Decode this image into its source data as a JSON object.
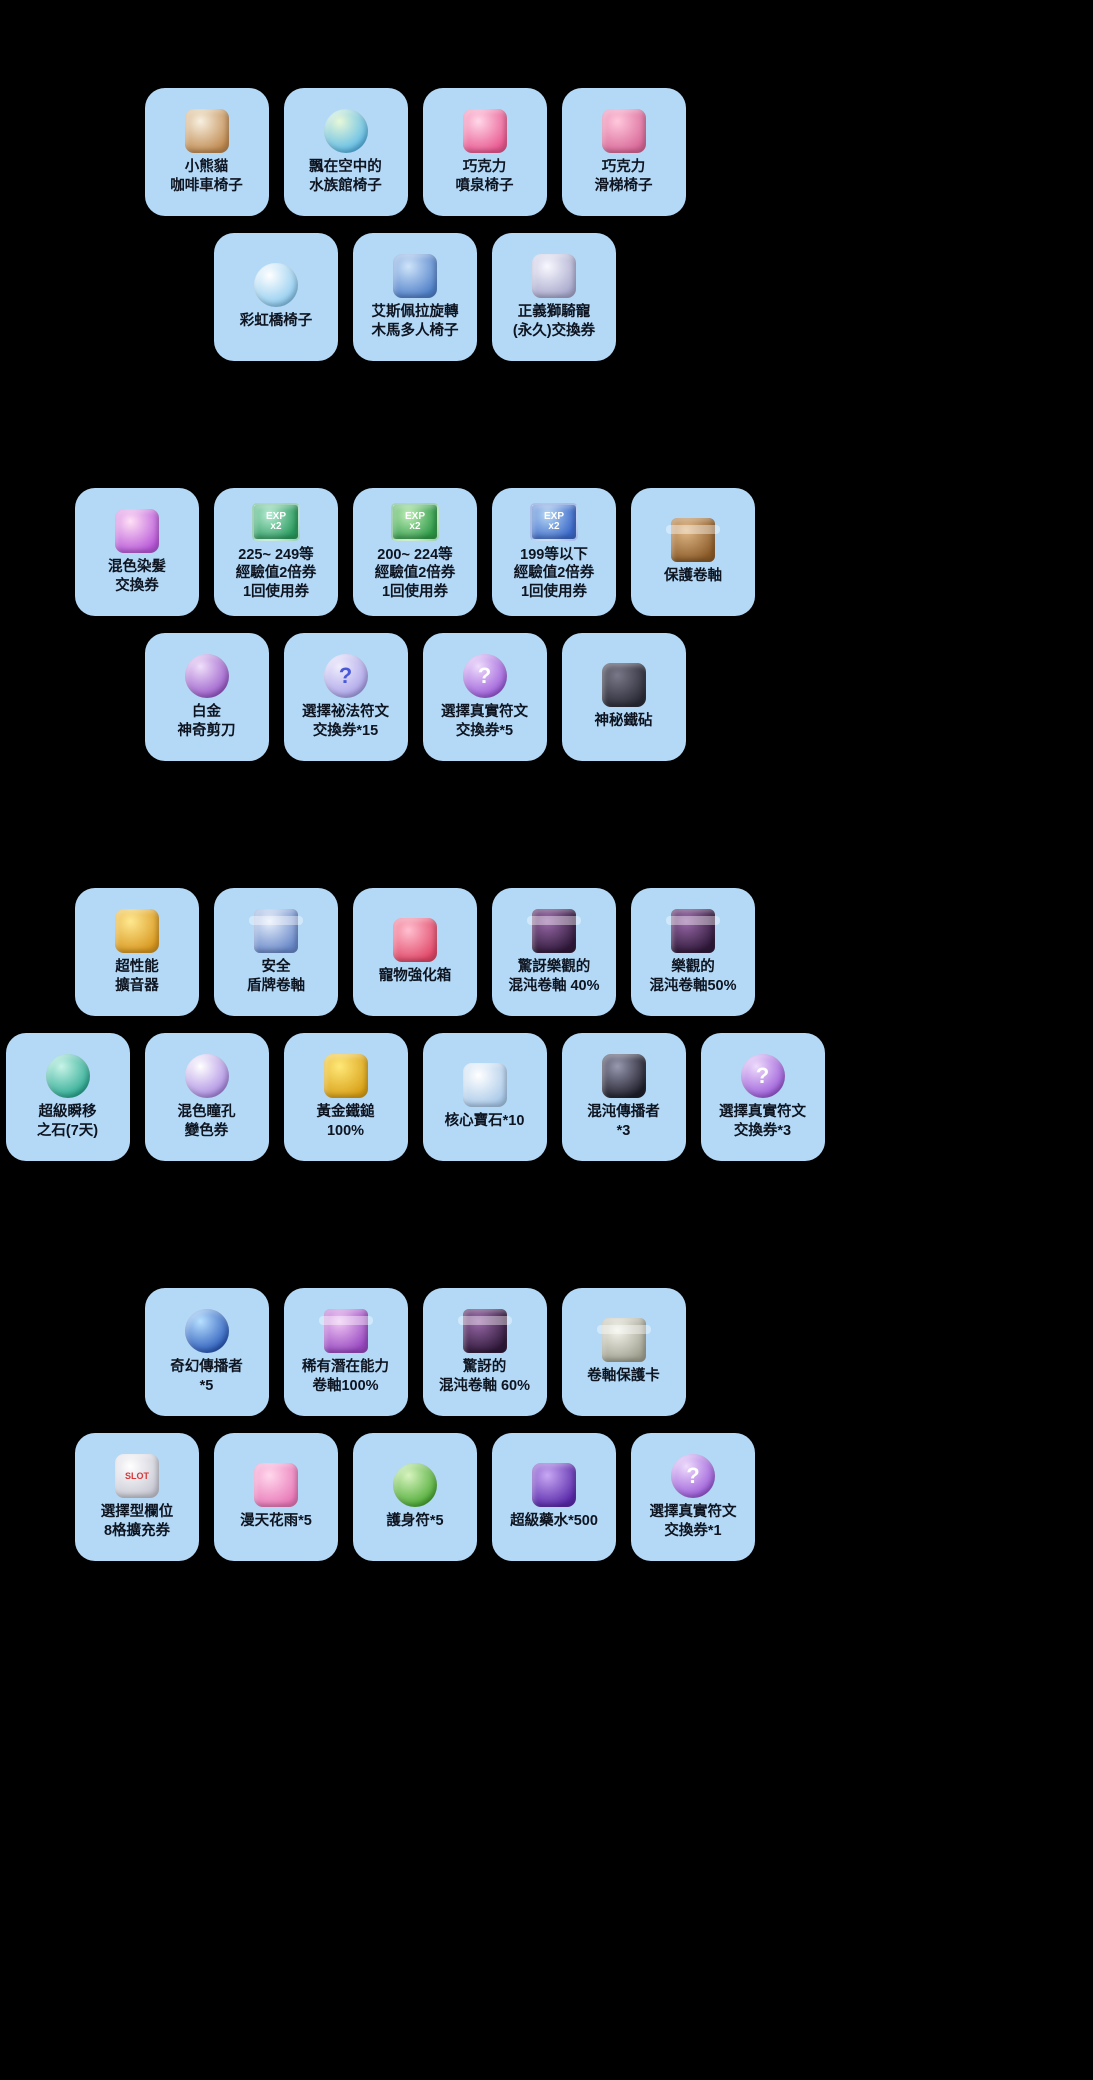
{
  "theme": {
    "background": "#000000",
    "card_color": "#b3d9f7",
    "label_color": "#0e1420"
  },
  "sections": [
    {
      "rows": [
        {
          "items": [
            {
              "id": "panda-coffee-cart-chair",
              "label": "小熊貓\n咖啡車椅子",
              "icon": {
                "name": "coffee-cart-icon",
                "shape": "square",
                "c1": "#f7f0e0",
                "c2": "#c08a50"
              }
            },
            {
              "id": "floating-aquarium-chair",
              "label": "飄在空中的\n水族館椅子",
              "icon": {
                "name": "aquarium-icon",
                "shape": "orb",
                "c1": "#e8f8d8",
                "c2": "#58b8e8"
              }
            },
            {
              "id": "chocolate-fountain-chair",
              "label": "巧克力\n噴泉椅子",
              "icon": {
                "name": "chocolate-fountain-icon",
                "shape": "square",
                "c1": "#ffd8e8",
                "c2": "#e85890"
              }
            },
            {
              "id": "chocolate-slide-chair",
              "label": "巧克力\n滑梯椅子",
              "icon": {
                "name": "chocolate-slide-icon",
                "shape": "square",
                "c1": "#ffc8dc",
                "c2": "#d86898"
              }
            }
          ]
        },
        {
          "items": [
            {
              "id": "rainbow-bridge-chair",
              "label": "彩虹橋椅子",
              "icon": {
                "name": "rainbow-bridge-icon",
                "shape": "orb",
                "c1": "#ffffff",
                "c2": "#88c8ee"
              }
            },
            {
              "id": "esfera-carousel-chair",
              "label": "艾斯佩拉旋轉\n木馬多人椅子",
              "icon": {
                "name": "carousel-icon",
                "shape": "square",
                "c1": "#cfe4fa",
                "c2": "#5080c8"
              }
            },
            {
              "id": "justice-lion-mount-ticket",
              "label": "正義獅騎寵\n(永久)交換券",
              "icon": {
                "name": "lion-mount-icon",
                "shape": "square",
                "c1": "#f8f8ff",
                "c2": "#a8a8cc"
              }
            }
          ]
        }
      ]
    },
    {
      "rows": [
        {
          "items": [
            {
              "id": "mixed-hair-dye-ticket",
              "label": "混色染髮\n交換券",
              "icon": {
                "name": "hair-dye-icon",
                "shape": "square",
                "c1": "#ffe0f5",
                "c2": "#b858d8"
              }
            },
            {
              "id": "exp2x-225-249",
              "label": "225~ 249等\n經驗值2倍券\n1回使用券",
              "icon": {
                "name": "exp-2x-coupon-icon",
                "shape": "ticket",
                "c1": "#b8ecd4",
                "c2": "#2a9a5e",
                "text": "EXP\nx2",
                "tc": "#ffffff",
                "ts": "10px"
              }
            },
            {
              "id": "exp2x-200-224",
              "label": "200~ 224等\n經驗值2倍券\n1回使用券",
              "icon": {
                "name": "exp-2x-coupon-icon",
                "shape": "ticket",
                "c1": "#c0eeb8",
                "c2": "#2f9a48",
                "text": "EXP\nx2",
                "tc": "#ffffff",
                "ts": "10px"
              }
            },
            {
              "id": "exp2x-under-199",
              "label": "199等以下\n經驗值2倍券\n1回使用券",
              "icon": {
                "name": "exp-2x-coupon-icon",
                "shape": "ticket",
                "c1": "#b8d8f4",
                "c2": "#3a68c8",
                "text": "EXP\nx2",
                "tc": "#ffffff",
                "ts": "10px"
              }
            },
            {
              "id": "protection-scroll",
              "label": "保護卷軸",
              "icon": {
                "name": "protection-scroll-icon",
                "shape": "scroll",
                "c1": "#e0b888",
                "c2": "#8a5a28"
              }
            }
          ]
        },
        {
          "items": [
            {
              "id": "platinum-magic-scissors",
              "label": "白金\n神奇剪刀",
              "icon": {
                "name": "magic-scissors-icon",
                "shape": "orb",
                "c1": "#f0e0fa",
                "c2": "#9858c8"
              }
            },
            {
              "id": "arcane-symbol-ticket-15",
              "label": "選擇祕法符文\n交換券*15",
              "icon": {
                "name": "arcane-symbol-ticket-icon",
                "shape": "orb",
                "c1": "#f0eefc",
                "c2": "#a8a0e8",
                "text": "?",
                "tc": "#4858d8",
                "ts": "22px"
              }
            },
            {
              "id": "authentic-symbol-ticket-5",
              "label": "選擇真實符文\n交換券*5",
              "icon": {
                "name": "authentic-symbol-ticket-icon",
                "shape": "orb",
                "c1": "#eeddfc",
                "c2": "#9a58d8",
                "text": "?",
                "tc": "#ffffff",
                "ts": "22px"
              }
            },
            {
              "id": "mysterious-anvil",
              "label": "神秘鐵砧",
              "icon": {
                "name": "anvil-icon",
                "shape": "square",
                "c1": "#787888",
                "c2": "#2a2a36"
              }
            }
          ]
        }
      ]
    },
    {
      "rows": [
        {
          "items": [
            {
              "id": "super-megaphone",
              "label": "超性能\n擴音器",
              "icon": {
                "name": "megaphone-icon",
                "shape": "square",
                "c1": "#ffe890",
                "c2": "#d89820"
              }
            },
            {
              "id": "safety-shield-scroll",
              "label": "安全\n盾牌卷軸",
              "icon": {
                "name": "shield-scroll-icon",
                "shape": "scroll",
                "c1": "#e8f0fc",
                "c2": "#6888c8"
              }
            },
            {
              "id": "pet-enhance-box",
              "label": "寵物強化箱",
              "icon": {
                "name": "pet-box-icon",
                "shape": "square",
                "c1": "#ffc0d0",
                "c2": "#e04868"
              }
            },
            {
              "id": "miraculous-positive-chaos-scroll-40",
              "label": "驚訝樂觀的\n混沌卷軸 40%",
              "icon": {
                "name": "chaos-scroll-icon",
                "shape": "scroll",
                "c1": "#9a6aaa",
                "c2": "#2e1838"
              }
            },
            {
              "id": "positive-chaos-scroll-50",
              "label": "樂觀的\n混沌卷軸50%",
              "icon": {
                "name": "chaos-scroll-icon",
                "shape": "scroll",
                "c1": "#9a6aaa",
                "c2": "#2e1838"
              }
            }
          ]
        },
        {
          "items": [
            {
              "id": "super-teleport-rock-7d",
              "label": "超級瞬移\n之石(7天)",
              "icon": {
                "name": "teleport-rock-icon",
                "shape": "orb",
                "c1": "#c8f4e8",
                "c2": "#28a890"
              }
            },
            {
              "id": "mixed-eye-color-ticket",
              "label": "混色瞳孔\n變色券",
              "icon": {
                "name": "eye-color-icon",
                "shape": "orb",
                "c1": "#ffffff",
                "c2": "#a888e0"
              }
            },
            {
              "id": "golden-hammer-100",
              "label": "黃金鐵鎚\n100%",
              "icon": {
                "name": "golden-hammer-icon",
                "shape": "square",
                "c1": "#ffe878",
                "c2": "#d8a018"
              }
            },
            {
              "id": "core-gemstone-10",
              "label": "核心寶石*10",
              "icon": {
                "name": "core-gemstone-icon",
                "shape": "square",
                "c1": "#ffffff",
                "c2": "#a8c8e8"
              }
            },
            {
              "id": "chaos-circulator-3",
              "label": "混沌傳播者\n*3",
              "icon": {
                "name": "chaos-circulator-icon",
                "shape": "square",
                "c1": "#9898b0",
                "c2": "#1e1e2a"
              }
            },
            {
              "id": "authentic-symbol-ticket-3",
              "label": "選擇真實符文\n交換券*3",
              "icon": {
                "name": "authentic-symbol-ticket-icon",
                "shape": "orb",
                "c1": "#eeddfc",
                "c2": "#9a58d8",
                "text": "?",
                "tc": "#ffffff",
                "ts": "22px"
              }
            }
          ]
        }
      ]
    },
    {
      "rows": [
        {
          "items": [
            {
              "id": "fantastic-circulator-5",
              "label": "奇幻傳播者\n*5",
              "icon": {
                "name": "fantastic-circulator-icon",
                "shape": "orb",
                "c1": "#b8e0ff",
                "c2": "#2858b8"
              }
            },
            {
              "id": "rare-potential-scroll-100",
              "label": "稀有潛在能力\n卷軸100%",
              "icon": {
                "name": "potential-scroll-icon",
                "shape": "scroll",
                "c1": "#f0c8f4",
                "c2": "#9848c0"
              }
            },
            {
              "id": "miraculous-chaos-scroll-60",
              "label": "驚訝的\n混沌卷軸 60%",
              "icon": {
                "name": "chaos-scroll-icon",
                "shape": "scroll",
                "c1": "#9a6aaa",
                "c2": "#2e1838"
              }
            },
            {
              "id": "scroll-protection-card",
              "label": "卷軸保護卡",
              "icon": {
                "name": "scroll-protection-card-icon",
                "shape": "scroll",
                "c1": "#f4f4ec",
                "c2": "#a0a090"
              }
            }
          ]
        },
        {
          "items": [
            {
              "id": "selective-slot-expansion-8",
              "label": "選擇型欄位\n8格擴充券",
              "icon": {
                "name": "slot-machine-icon",
                "shape": "square",
                "c1": "#ffffff",
                "c2": "#c8c8d4",
                "text": "SLOT",
                "tc": "#d83838",
                "ts": "9px"
              }
            },
            {
              "id": "flower-rain-5",
              "label": "漫天花雨*5",
              "icon": {
                "name": "flower-rain-icon",
                "shape": "square",
                "c1": "#ffd8ec",
                "c2": "#e878b8"
              }
            },
            {
              "id": "protection-charm-5",
              "label": "護身符*5",
              "icon": {
                "name": "charm-icon",
                "shape": "orb",
                "c1": "#d8f4c0",
                "c2": "#48a830"
              }
            },
            {
              "id": "super-potion-500",
              "label": "超級藥水*500",
              "icon": {
                "name": "potion-icon",
                "shape": "square",
                "c1": "#c8a8f4",
                "c2": "#5828a8"
              }
            },
            {
              "id": "authentic-symbol-ticket-1",
              "label": "選擇真實符文\n交換券*1",
              "icon": {
                "name": "authentic-symbol-ticket-icon",
                "shape": "orb",
                "c1": "#eeddfc",
                "c2": "#9a58d8",
                "text": "?",
                "tc": "#ffffff",
                "ts": "22px"
              }
            }
          ]
        }
      ]
    }
  ]
}
